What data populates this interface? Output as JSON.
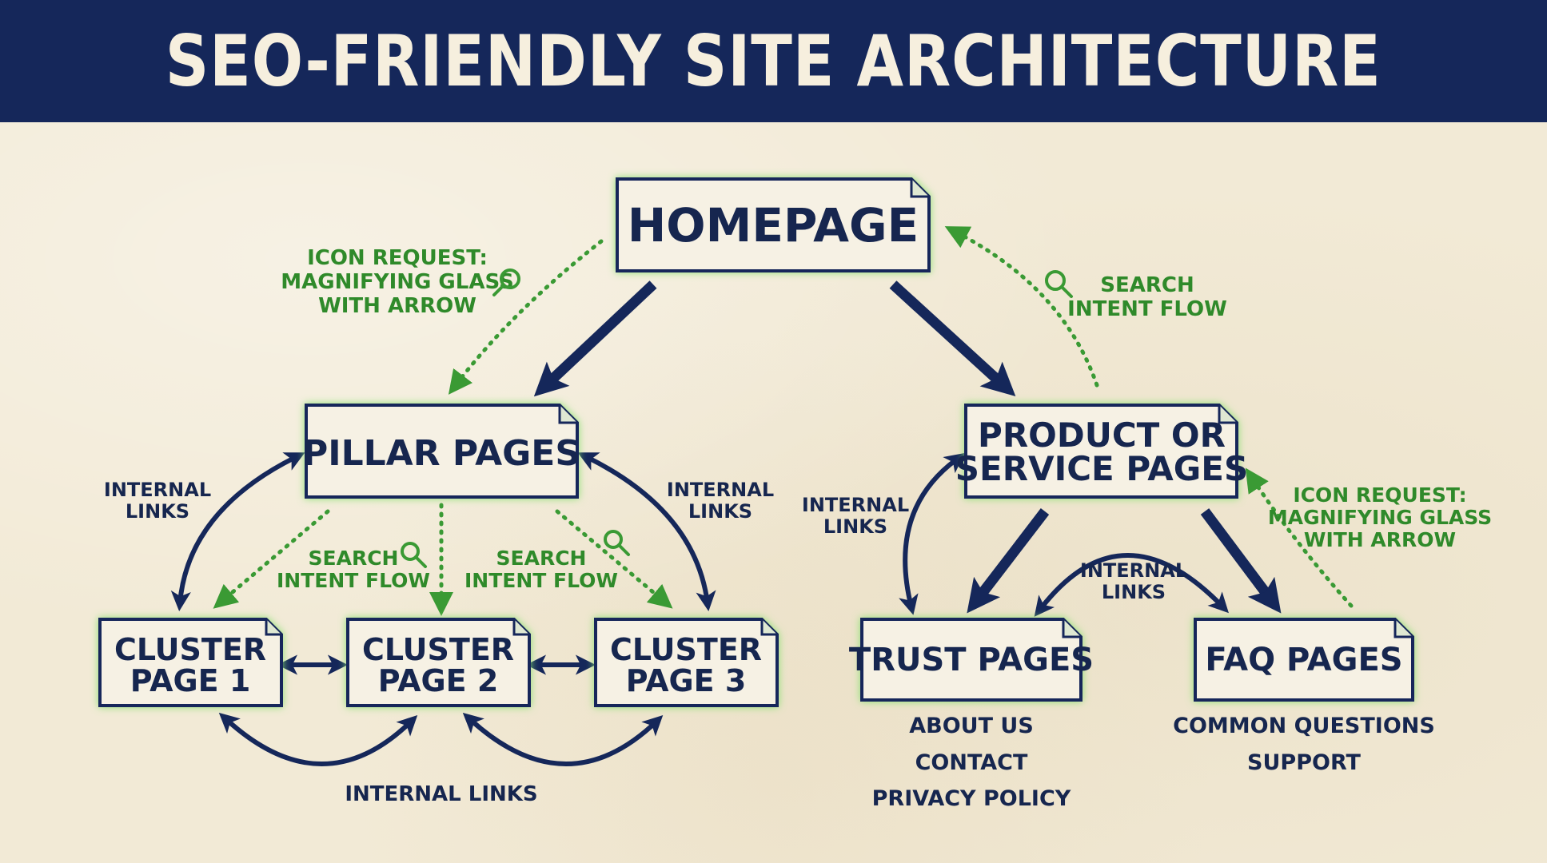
{
  "title": "SEO-FRIENDLY SITE ARCHITECTURE",
  "nodes": {
    "homepage": "HOMEPAGE",
    "pillar": "PILLAR PAGES",
    "product_line1": "PRODUCT OR",
    "product_line2": "SERVICE PAGES",
    "cluster1_line1": "CLUSTER",
    "cluster1_line2": "PAGE 1",
    "cluster2_line1": "CLUSTER",
    "cluster2_line2": "PAGE 2",
    "cluster3_line1": "CLUSTER",
    "cluster3_line2": "PAGE 3",
    "trust": "TRUST PAGES",
    "faq": "FAQ PAGES"
  },
  "labels": {
    "icon_request_left": [
      "ICON REQUEST:",
      "MAGNIFYING GLASS",
      "WITH ARROW"
    ],
    "icon_request_right": [
      "ICON REQUEST:",
      "MAGNIFYING GLASS",
      "WITH ARROW"
    ],
    "search_intent_top": [
      "SEARCH",
      "INTENT FLOW"
    ],
    "search_intent_mid1": [
      "SEARCH",
      "INTENT FLOW"
    ],
    "search_intent_mid2": [
      "SEARCH",
      "INTENT FLOW"
    ],
    "internal_links_left": [
      "INTERNAL",
      "LINKS"
    ],
    "internal_links_pillar_right": [
      "INTERNAL",
      "LINKS"
    ],
    "internal_links_product_left": [
      "INTERNAL",
      "LINKS"
    ],
    "internal_links_trust_faq": [
      "INTERNAL",
      "LINKS"
    ],
    "internal_links_bottom": "INTERNAL LINKS"
  },
  "trust_items": [
    "ABOUT US",
    "CONTACT",
    "PRIVACY POLICY"
  ],
  "faq_items": [
    "COMMON QUESTIONS",
    "SUPPORT"
  ],
  "colors": {
    "navy": "#15275a",
    "green": "#3a9a34",
    "glow": "#8fe07a",
    "paper": "#f2ead6"
  },
  "icons": {
    "magnifier": "magnifying-glass-icon"
  }
}
